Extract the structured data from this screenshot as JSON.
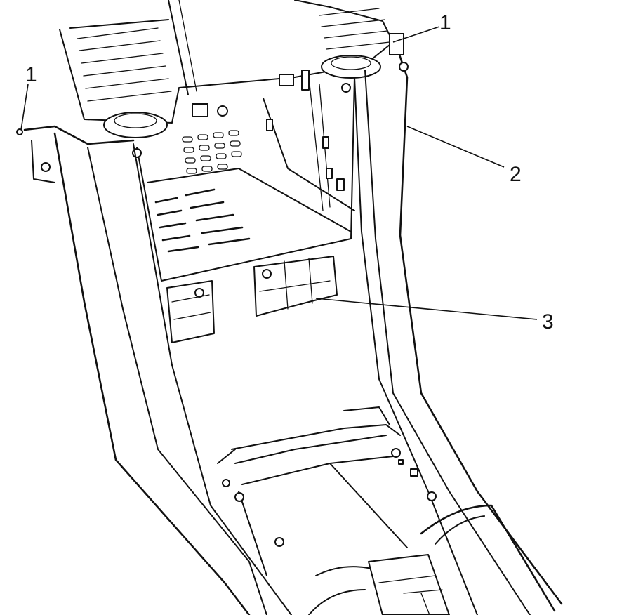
{
  "callouts": [
    {
      "label": "1"
    },
    {
      "label": "1"
    },
    {
      "label": "2"
    },
    {
      "label": "3"
    }
  ]
}
